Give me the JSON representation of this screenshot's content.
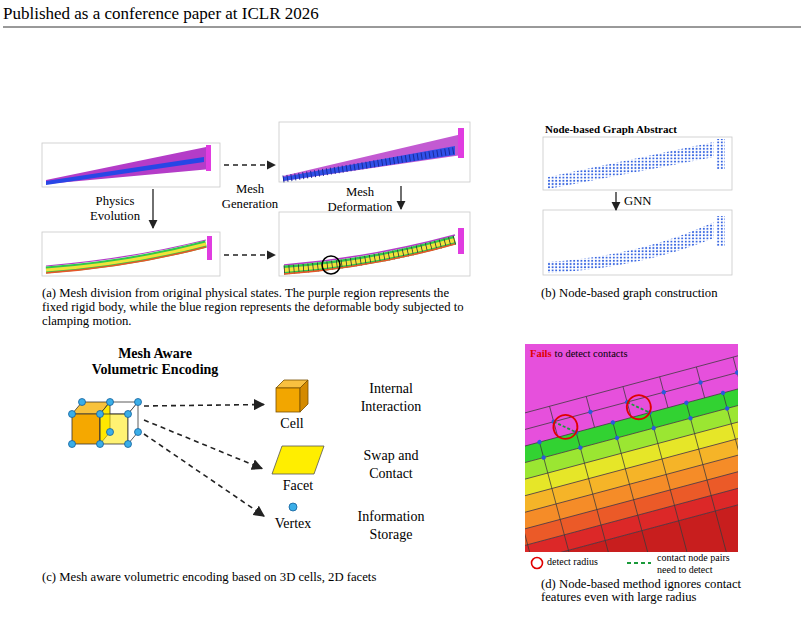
{
  "diagram": {
    "nodes": [
      {
        "text": [
          "Mesh Aware Volumetric Encoding"
        ]
      },
      {
        "text": [
          "Cell"
        ]
      },
      {
        "text": [
          "Facet"
        ]
      },
      {
        "text": [
          "Vertex"
        ]
      }
    ],
    "edges": [
      {
        "from": 0,
        "to": 1,
        "arrow": "to"
      },
      {
        "from": 0,
        "to": 2,
        "arrow": "to"
      },
      {
        "from": 0,
        "to": 3,
        "arrow": "to"
      }
    ],
    "labels": [
      "Published as a conference paper at ICLR 2026",
      "Physics Evolution",
      "Mesh Generation",
      "Mesh Deformation",
      "(a) Mesh division from original physical states. The purple region represents the fixed rigid body, while the blue region represents the deformable body subjected to clamping motion.",
      "Node-based Graph Abstract",
      "GNN",
      "(b) Node-based graph construction",
      "Internal Interaction",
      "Swap and Contact",
      "Information Storage",
      "(c) Mesh aware volumetric encoding based on 3D cells, 2D facets",
      "Fails",
      "to detect contacts",
      "(d) Node-based method ignores contact features even with large radius"
    ],
    "legend": [
      {
        "text": "detect radius"
      },
      {
        "text": "contact node pairs need to detect"
      }
    ]
  }
}
